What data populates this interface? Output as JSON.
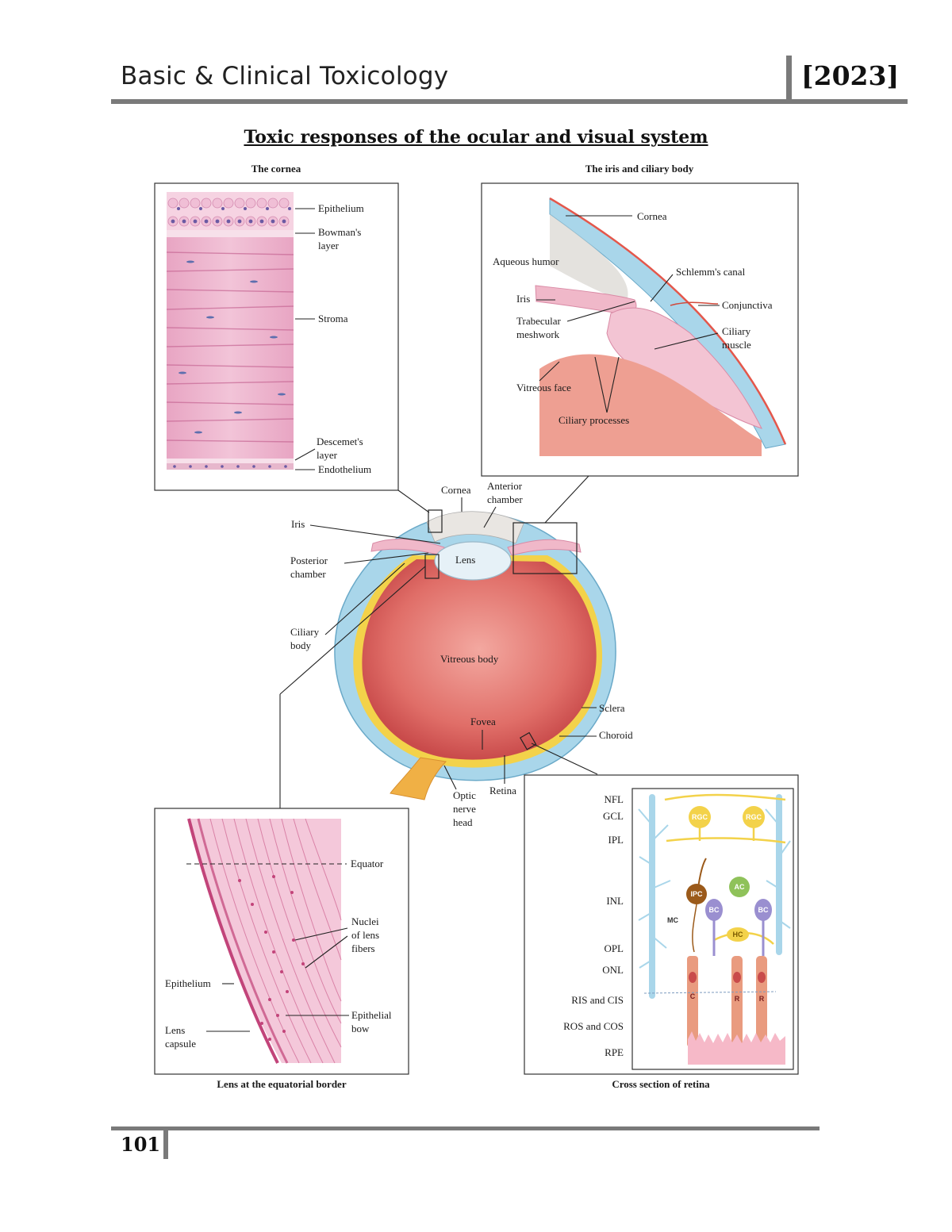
{
  "header": {
    "title": "Basic & Clinical Toxicology",
    "year": "[2023]"
  },
  "page_title": "Toxic responses of the ocular and visual system",
  "footer": {
    "page_number": "101"
  },
  "colors": {
    "rule": "#7a7a7a",
    "tissue_pink": "#e59ab8",
    "vitreous": "#d65a5a",
    "sclera_blue": "#a9d6ea",
    "retina_yellow": "#f3d24a"
  },
  "cornea_panel": {
    "caption": "The cornea",
    "labels": {
      "epithelium": "Epithelium",
      "bowmans_1": "Bowman's",
      "bowmans_2": "layer",
      "stroma": "Stroma",
      "descemets_1": "Descemet's",
      "descemets_2": "layer",
      "endothelium": "Endothelium"
    }
  },
  "iris_panel": {
    "caption": "The iris and ciliary body",
    "labels": {
      "cornea": "Cornea",
      "aqueous": "Aqueous humor",
      "schlemm": "Schlemm's canal",
      "iris": "Iris",
      "conjunctiva": "Conjunctiva",
      "trab_1": "Trabecular",
      "trab_2": "meshwork",
      "ciliary_1": "Ciliary",
      "ciliary_2": "muscle",
      "vitreous_face": "Vitreous face",
      "ciliary_processes": "Ciliary processes"
    }
  },
  "eye": {
    "labels": {
      "cornea": "Cornea",
      "anterior_1": "Anterior",
      "anterior_2": "chamber",
      "iris": "Iris",
      "lens": "Lens",
      "posterior_1": "Posterior",
      "posterior_2": "chamber",
      "ciliary_1": "Ciliary",
      "ciliary_2": "body",
      "vitreous": "Vitreous body",
      "sclera": "Sclera",
      "fovea": "Fovea",
      "choroid": "Choroid",
      "retina": "Retina",
      "optic_1": "Optic",
      "optic_2": "nerve",
      "optic_3": "head"
    }
  },
  "lens_panel": {
    "caption": "Lens at the equatorial border",
    "labels": {
      "equator": "Equator",
      "nuclei_1": "Nuclei",
      "nuclei_2": "of lens",
      "nuclei_3": "fibers",
      "epithelium": "Epithelium",
      "epithelial_1": "Epithelial",
      "epithelial_2": "bow",
      "capsule_1": "Lens",
      "capsule_2": "capsule"
    }
  },
  "retina_panel": {
    "caption": "Cross section of retina",
    "layers": [
      "NFL",
      "GCL",
      "IPL",
      "INL",
      "OPL",
      "ONL",
      "RIS and CIS",
      "ROS and COS",
      "RPE"
    ],
    "cells": {
      "rgc": "RGC",
      "ipc": "IPC",
      "ac": "AC",
      "bc": "BC",
      "mc": "MC",
      "hc": "HC",
      "c": "C",
      "r": "R"
    }
  }
}
